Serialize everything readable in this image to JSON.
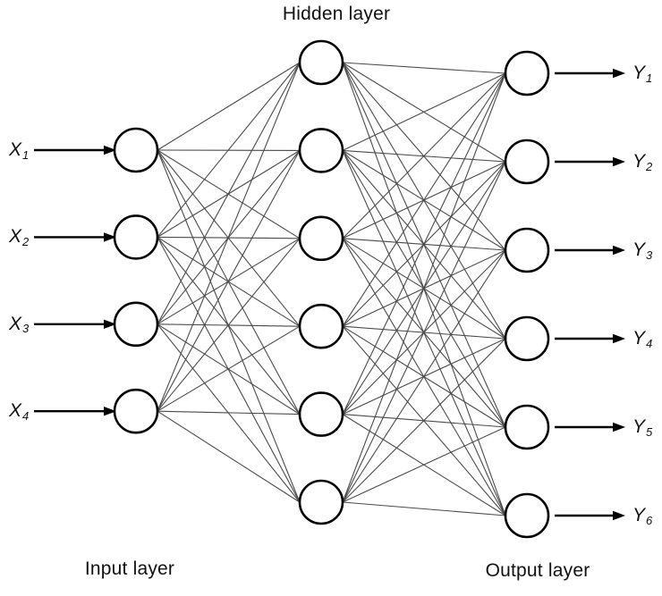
{
  "diagram": {
    "type": "neural-network",
    "hidden_layer_label": "Hidden layer",
    "input_layer_label": "Input layer",
    "output_layer_label": "Output layer",
    "inputs": [
      {
        "base": "X",
        "sub": "1"
      },
      {
        "base": "X",
        "sub": "2"
      },
      {
        "base": "X",
        "sub": "3"
      },
      {
        "base": "X",
        "sub": "4"
      }
    ],
    "outputs": [
      {
        "base": "Y",
        "sub": "1"
      },
      {
        "base": "Y",
        "sub": "2"
      },
      {
        "base": "Y",
        "sub": "3"
      },
      {
        "base": "Y",
        "sub": "4"
      },
      {
        "base": "Y",
        "sub": "5"
      },
      {
        "base": "Y",
        "sub": "6"
      }
    ],
    "hidden_count": 6,
    "connections": {
      "input_to_hidden": "fully-connected",
      "hidden_to_output": "fully-connected"
    },
    "colors": {
      "background": "#ffffff",
      "node_fill": "#ffffff",
      "node_stroke": "#000000",
      "connection_line": "#4a4a4a",
      "arrow": "#000000",
      "text": "#111111"
    }
  }
}
